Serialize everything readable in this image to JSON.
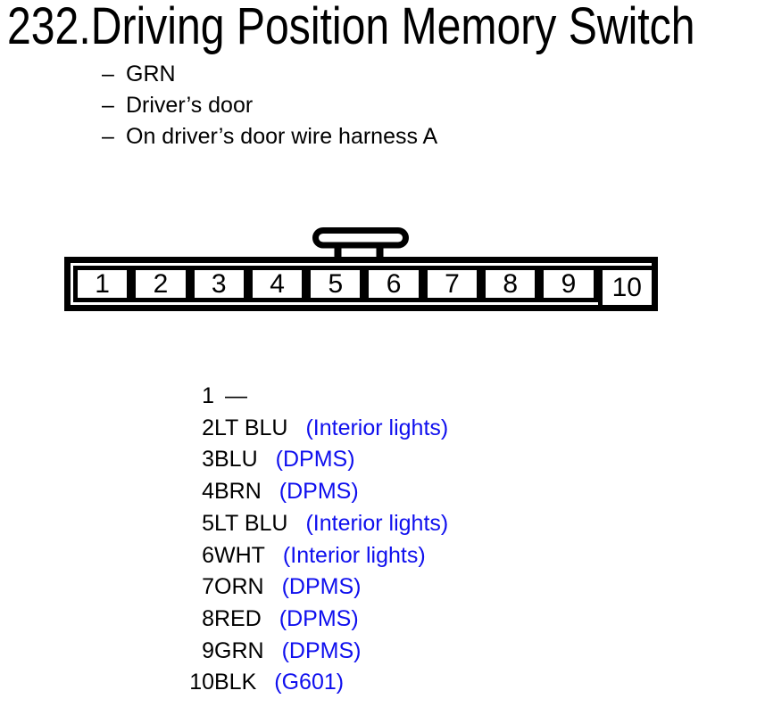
{
  "page": {
    "background": "#ffffff",
    "text_color": "#000000",
    "note_blue": "#0f0fee"
  },
  "header": {
    "title": "232.Driving Position Memory Switch"
  },
  "bullets": {
    "dash": "–",
    "items": [
      "GRN",
      "Driver’s door",
      "On driver’s door wire harness A"
    ]
  },
  "connector": {
    "pins": [
      "1",
      "2",
      "3",
      "4",
      "5",
      "6",
      "7",
      "8",
      "9",
      "10"
    ]
  },
  "pin_list": {
    "rows": [
      {
        "num": "1",
        "wire": "—",
        "note": ""
      },
      {
        "num": "2",
        "wire": "LT BLU",
        "note": "(Interior lights)"
      },
      {
        "num": "3",
        "wire": "BLU",
        "note": "(DPMS)"
      },
      {
        "num": "4",
        "wire": "BRN",
        "note": "(DPMS)"
      },
      {
        "num": "5",
        "wire": "LT BLU",
        "note": "(Interior lights)"
      },
      {
        "num": "6",
        "wire": "WHT",
        "note": "(Interior lights)"
      },
      {
        "num": "7",
        "wire": "ORN",
        "note": "(DPMS)"
      },
      {
        "num": "8",
        "wire": "RED",
        "note": "(DPMS)"
      },
      {
        "num": "9",
        "wire": "GRN",
        "note": "(DPMS)"
      },
      {
        "num": "10",
        "wire": "BLK",
        "note": "(G601)"
      }
    ]
  }
}
